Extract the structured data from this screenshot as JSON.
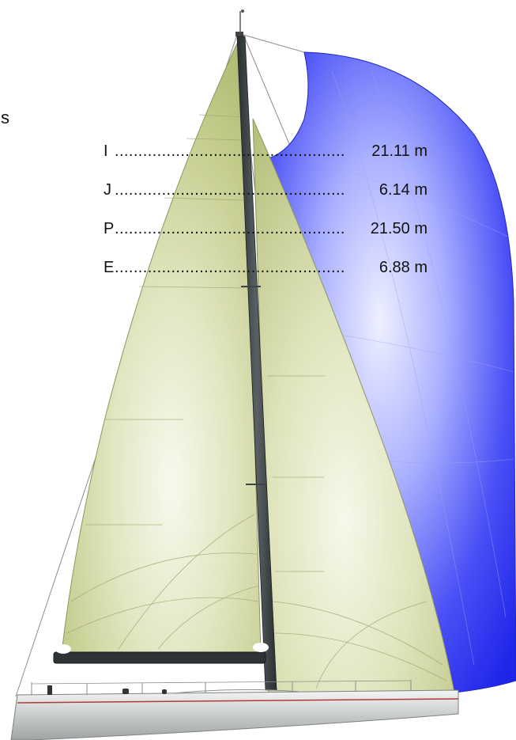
{
  "edge_text": "s",
  "dimensions": [
    {
      "label": "I",
      "dots": "......................................................",
      "value": "21.11 m"
    },
    {
      "label": "J",
      "dots": "......................................................",
      "value": "6.14 m"
    },
    {
      "label": "P",
      "dots": "......................................................",
      "value": "21.50 m"
    },
    {
      "label": "E",
      "dots": "......................................................",
      "value": "6.88 m"
    }
  ],
  "colors": {
    "spinnaker": "#2a2ff0",
    "sail_cloth": "#c3cc8a",
    "mast": "#3d4346",
    "hull": "#b8bcbc",
    "boot_stripe": "#b03a3a"
  },
  "icons": [
    "sailboat-illustration",
    "mast-icon",
    "boom-icon",
    "hull-icon"
  ]
}
